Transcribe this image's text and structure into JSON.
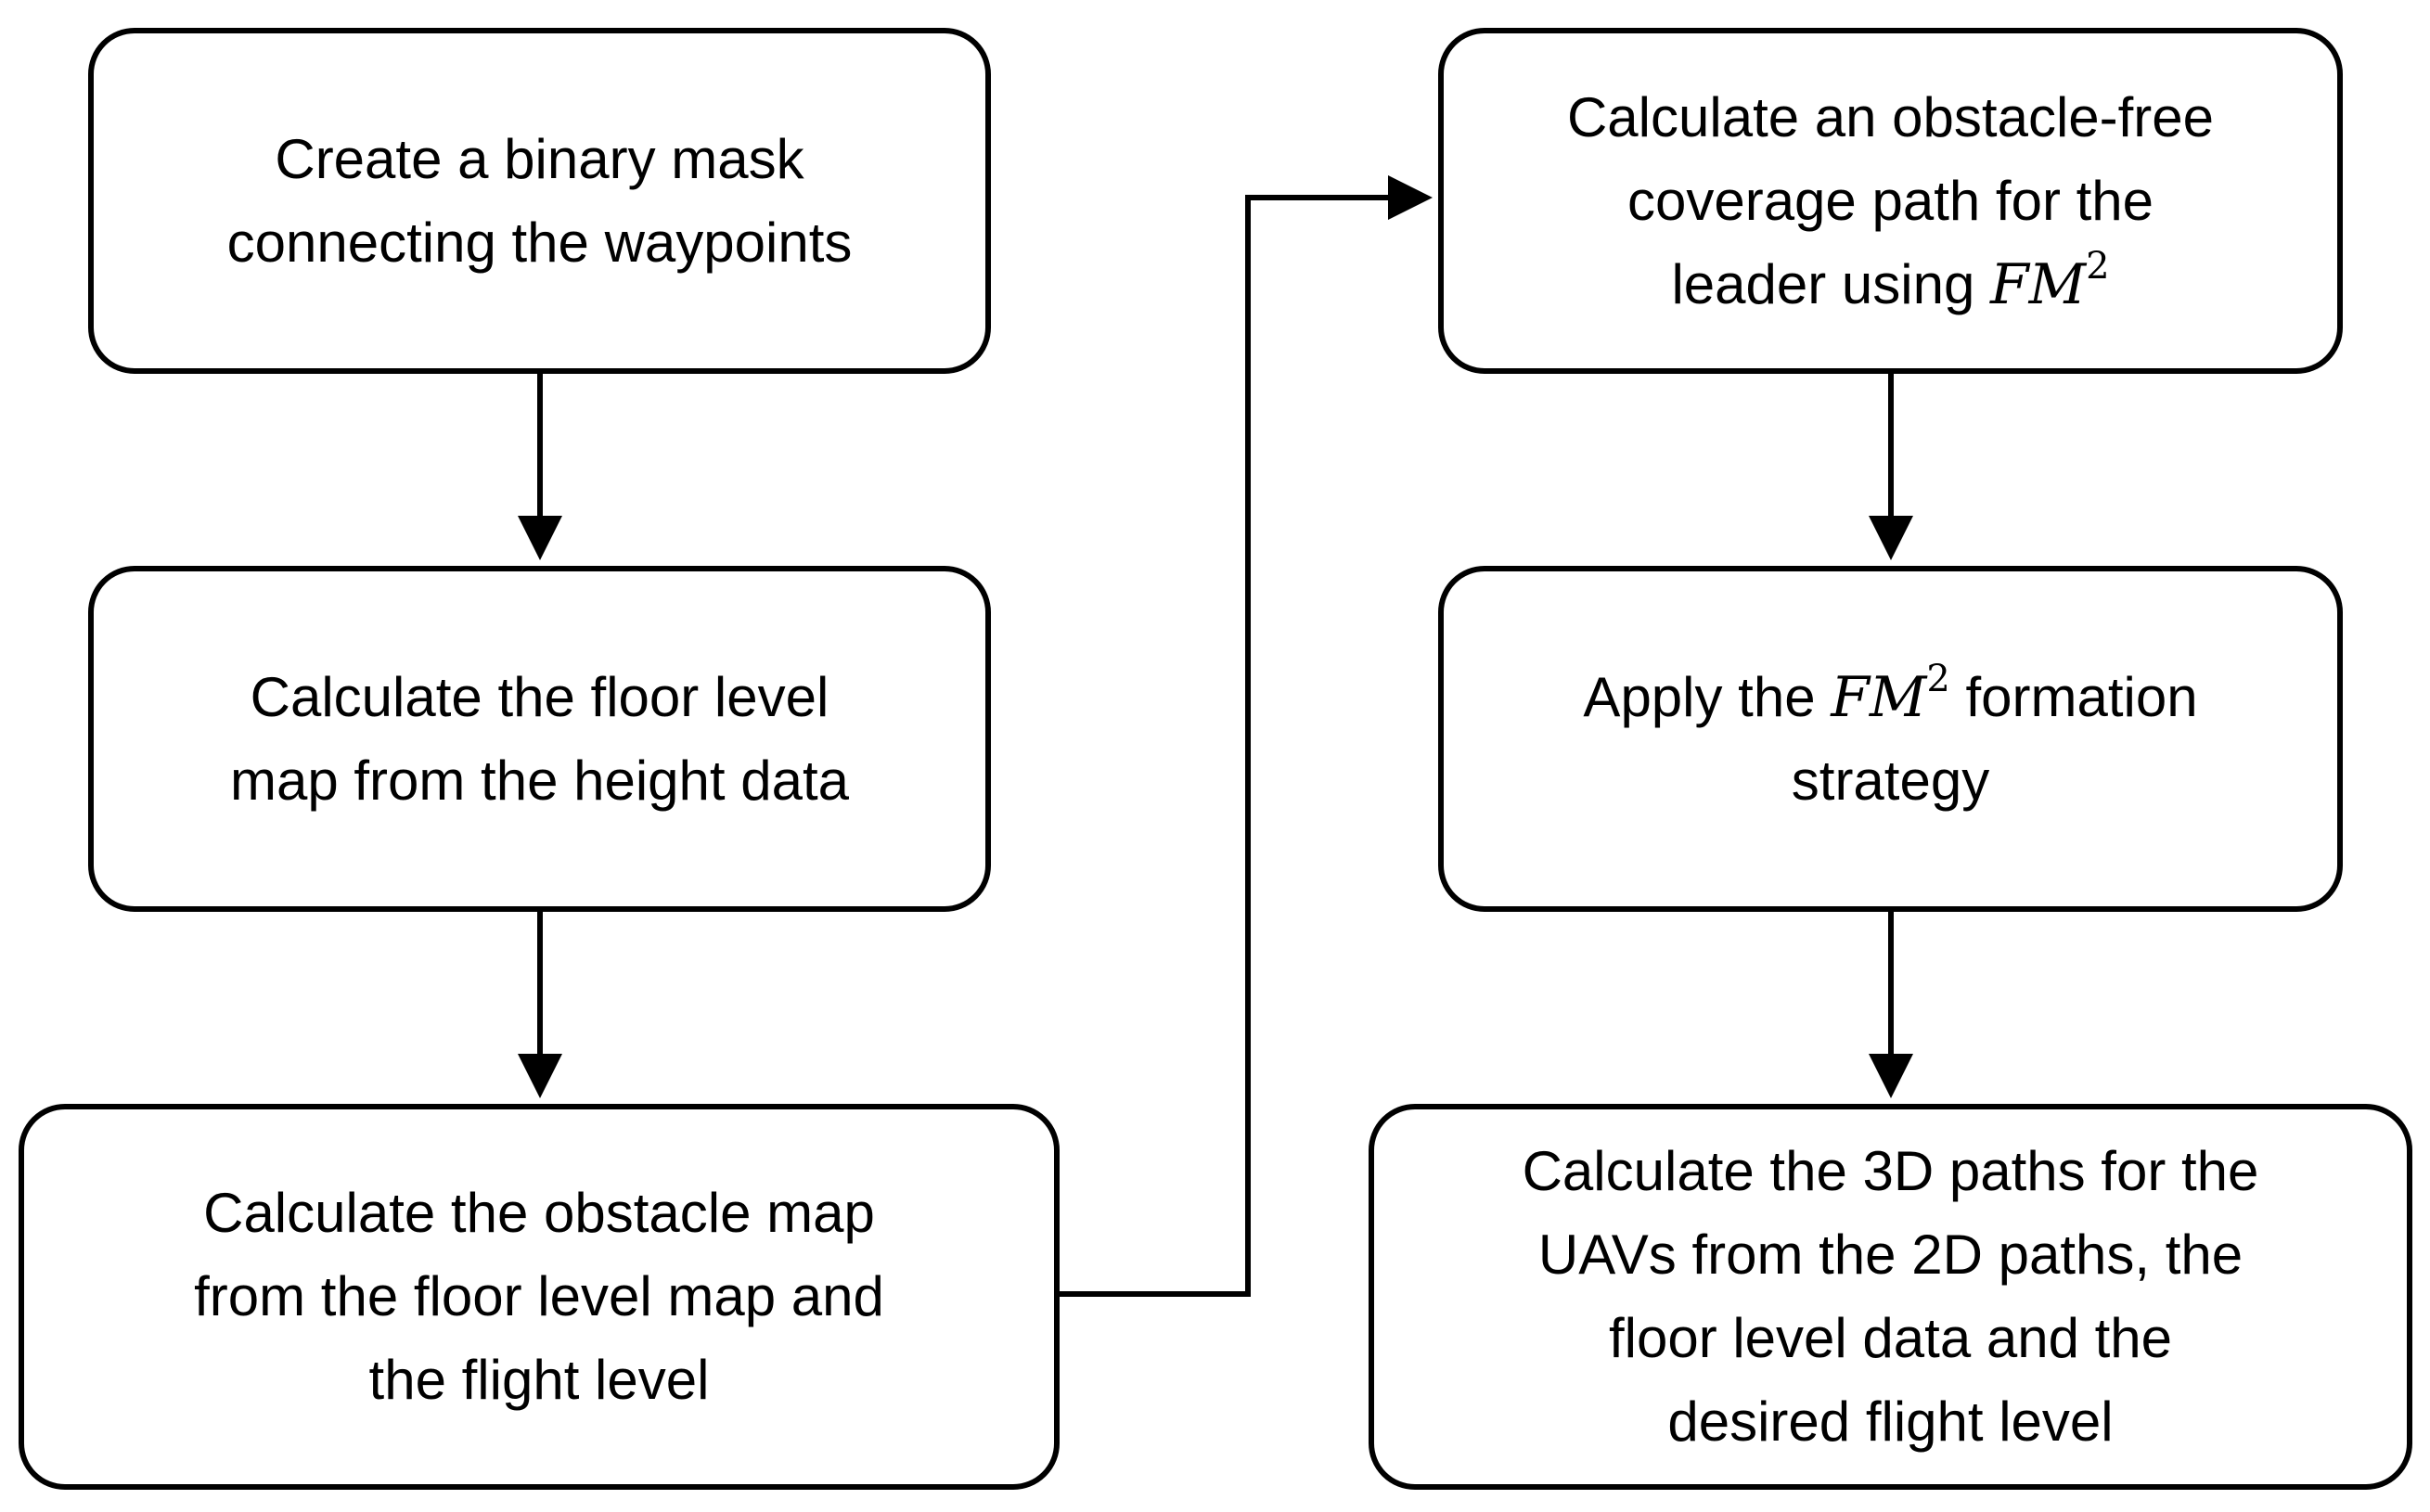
{
  "steps": {
    "binary_mask": {
      "lines": [
        "Create a binary mask",
        "connecting the waypoints"
      ]
    },
    "floor_level": {
      "lines": [
        "Calculate the floor level",
        "map from the height data"
      ]
    },
    "obstacle_map": {
      "lines": [
        "Calculate the obstacle map",
        "from the floor level map and",
        "the flight level"
      ]
    },
    "coverage_path": {
      "line1": "Calculate an obstacle-free",
      "line2": "coverage path for the",
      "line3_prefix": "leader using ",
      "math_base": "FM",
      "math_exp": "2"
    },
    "formation": {
      "line1_prefix": "Apply the ",
      "math_base": "FM",
      "math_exp": "2",
      "line1_suffix": " formation",
      "line2": "strategy"
    },
    "paths_3d": {
      "lines": [
        "Calculate the 3D paths for the",
        "UAVs from the 2D paths, the",
        "floor level data and the",
        "desired flight level"
      ]
    }
  },
  "colors": {
    "stroke": "#000000",
    "fill": "#ffffff"
  }
}
